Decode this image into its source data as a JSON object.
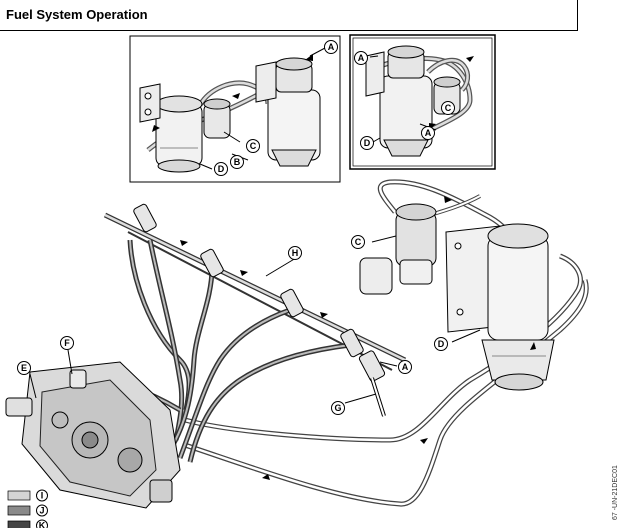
{
  "title": "Fuel System Operation",
  "figure_code": "67 -UN-21DEC01",
  "callouts": {
    "a": "A",
    "b": "B",
    "c": "C",
    "d": "D",
    "e": "E",
    "f": "F",
    "g": "G",
    "h": "H"
  },
  "legend": [
    {
      "label": "I",
      "color": "#d4d4d4"
    },
    {
      "label": "J",
      "color": "#8a8a8a"
    },
    {
      "label": "K",
      "color": "#454545"
    }
  ]
}
